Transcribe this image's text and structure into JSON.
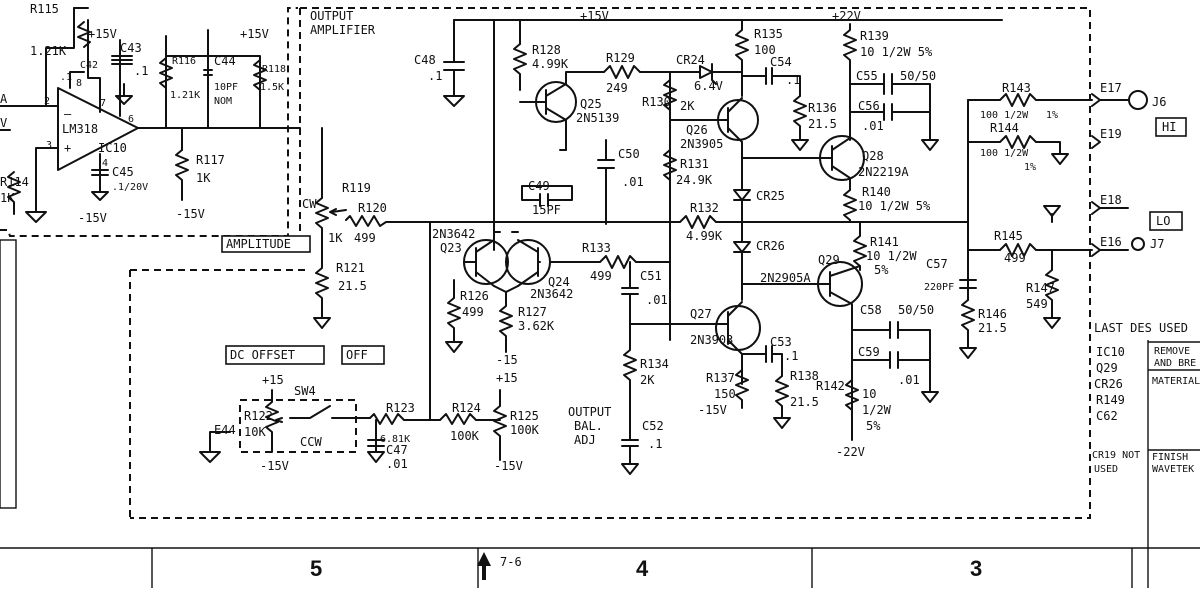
{
  "title": {
    "line1": "OUTPUT",
    "line2": "AMPLIFIER"
  },
  "rails": {
    "p15_top": "+15V",
    "p22": "+22V",
    "p15_left": "+15V",
    "p15_right": "+15V",
    "m15_ic": "-15V",
    "m15_r117": "-15V",
    "m15_q27": "-15V",
    "m15_r125": "-15V",
    "m15_sw": "-15V",
    "m15_q23": "-15",
    "p15_q23": "+15",
    "m22": "-22V",
    "p15_sw": "+15"
  },
  "ic": {
    "part": "LM318",
    "ref": "IC10",
    "pin2": "2",
    "pin3": "3",
    "pin7": "7",
    "pin6": "6",
    "pin4": "4",
    "pin8": "8",
    "pin1": ".1",
    "a_label": "A",
    "v_label": "V"
  },
  "comps": {
    "r115": "R115",
    "r115v": "1.21K",
    "c42": "C42",
    "c43": "C43",
    "c43v": ".1",
    "r116": "R116",
    "r116v": "1.21K",
    "c44": "C44",
    "c44v": "10PF",
    "c44n": "NOM",
    "r118": "R118",
    "r118v": "1.5K",
    "c45": "C45",
    "c45v": ".1/20V",
    "r117": "R117",
    "r117v": "1K",
    "r114": "R114",
    "r114v": "1K",
    "r119": "R119",
    "r119v": "1K",
    "cw": "CW",
    "r120": "R120",
    "r120v": "499",
    "r121": "R121",
    "r121v": "21.5",
    "c48": "C48",
    "c48v": ".1",
    "r128": "R128",
    "r128v": "4.99K",
    "r129": "R129",
    "r129v": "249",
    "q25": "Q25",
    "q25p": "2N5139",
    "r130": "R130",
    "r130v": "2K",
    "cr24": "CR24",
    "cr24v": "6.4V",
    "r135": "R135",
    "r135v": "100",
    "c54": "C54",
    "c54v": ".1",
    "q26": "Q26",
    "q26p": "2N3905",
    "r136": "R136",
    "r136v": "21.5",
    "c50": "C50",
    "c50v": ".01",
    "r131": "R131",
    "r131v": "24.9K",
    "c49": "C49",
    "c49v": "15PF",
    "cr25": "CR25",
    "r132": "R132",
    "r132v": "4.99K",
    "q23p": "2N3642",
    "q23": "Q23",
    "q24": "Q24",
    "q24p": "2N3642",
    "r133": "R133",
    "r133v": "499",
    "c51": "C51",
    "c51v": ".01",
    "cr26": "CR26",
    "r126": "R126",
    "r126v": "499",
    "r127": "R127",
    "r127v": "3.62K",
    "q27": "Q27",
    "q27p": "2N3903",
    "c53": "C53",
    "c53v": ".1",
    "r134": "R134",
    "r134v": "2K",
    "r137": "R137",
    "r137v": "150",
    "r138": "R138",
    "r138v": "21.5",
    "c52": "C52",
    "c52v": ".1",
    "r139": "R139",
    "r139v": "10 1/2W 5%",
    "c55": "C55",
    "c55v": "50/50",
    "c56": "C56",
    "c56v": ".01",
    "q28": "Q28",
    "q28p": "2N2219A",
    "r140": "R140",
    "r140v": "10 1/2W 5%",
    "r141": "R141",
    "r141v": "10 1/2W",
    "r141t": "5%",
    "q29": "Q29",
    "q29p": "2N2905A",
    "c58": "C58",
    "c58v": "50/50",
    "c59": "C59",
    "c59v": ".01",
    "r142": "R142",
    "r142v": "10",
    "r142w": "1/2W",
    "r142t": "5%",
    "r143": "R143",
    "r143v": "100 1/2W",
    "r143t": "1%",
    "r144": "R144",
    "r144v": "100 1/2W",
    "r144t": "1%",
    "r145": "R145",
    "r145v": "499",
    "c57": "C57",
    "c57v": "220PF",
    "r146": "R146",
    "r146v": "21.5",
    "r147": "R147",
    "r147v": "549",
    "e17": "E17",
    "e19": "E19",
    "e18": "E18",
    "e16": "E16",
    "j6": "J6",
    "j7": "J7",
    "r122": "R122",
    "r122v": "10K",
    "sw4": "SW4",
    "ccw": "CCW",
    "r123": "R123",
    "r123v": "6.81K",
    "c47": "C47",
    "c47v": ".01",
    "r124": "R124",
    "r124v": "100K",
    "r125": "R125",
    "r125v": "100K",
    "e44": "E44",
    "bal": [
      "OUTPUT",
      "BAL.",
      "ADJ"
    ]
  },
  "labels": {
    "amplitude": "AMPLITUDE",
    "dc_offset": "DC OFFSET",
    "off": "OFF",
    "hi": "HI",
    "lo": "LO"
  },
  "side_table": {
    "heading": "LAST DES USED",
    "items": [
      "IC10",
      "Q29",
      "CR26",
      "R149",
      "C62"
    ],
    "note1": "CR19 NOT",
    "note2": "USED",
    "c1": "REMOVE",
    "c1b": "AND BRE",
    "c2": "MATERIAL",
    "c3": "FINISH",
    "c3b": "WAVETEK"
  },
  "zones": {
    "z5": "5",
    "z76": "7-6",
    "z4": "4",
    "z3": "3"
  }
}
